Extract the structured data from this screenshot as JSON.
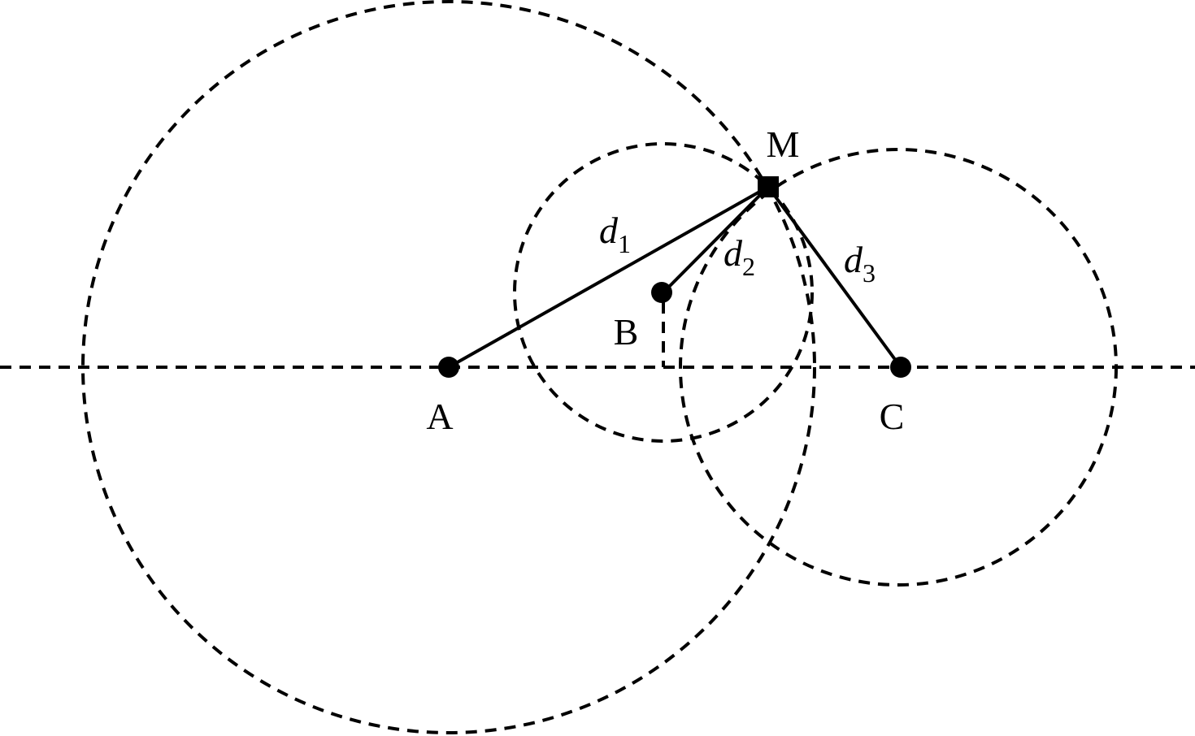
{
  "points": {
    "A": "A",
    "B": "B",
    "C": "C",
    "M": "M"
  },
  "distances": [
    {
      "symbol": "d",
      "index": "1"
    },
    {
      "symbol": "d",
      "index": "2"
    },
    {
      "symbol": "d",
      "index": "3"
    }
  ],
  "colors": {
    "stroke": "#000000",
    "background": "#ffffff"
  }
}
